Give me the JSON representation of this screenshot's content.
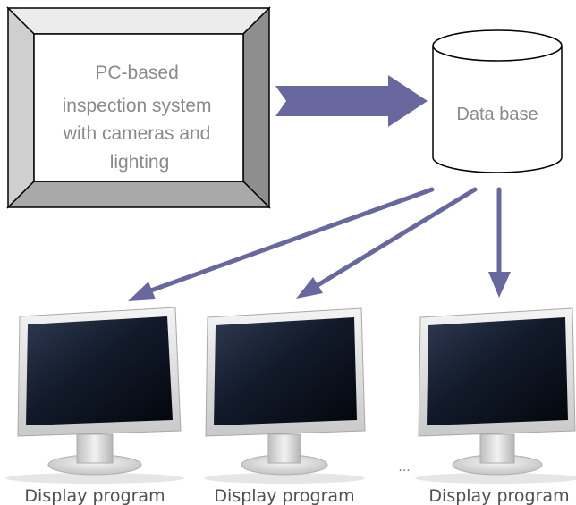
{
  "inspection_system": {
    "label_lines": [
      "PC-based",
      "inspection system",
      "with cameras and",
      "lighting"
    ]
  },
  "database": {
    "label": "Data base"
  },
  "monitors": [
    {
      "label": "Display program"
    },
    {
      "label": "Display program"
    },
    {
      "label": "Display program"
    }
  ],
  "ellipsis": "...",
  "colors": {
    "arrow": "#68689e",
    "bevel_top": "#ececec",
    "bevel_left": "#cfcfcf",
    "bevel_right": "#8e8e8e",
    "bevel_bottom": "#a9a9a9",
    "outline": "#000000",
    "label_text": "#8a8a8a"
  }
}
